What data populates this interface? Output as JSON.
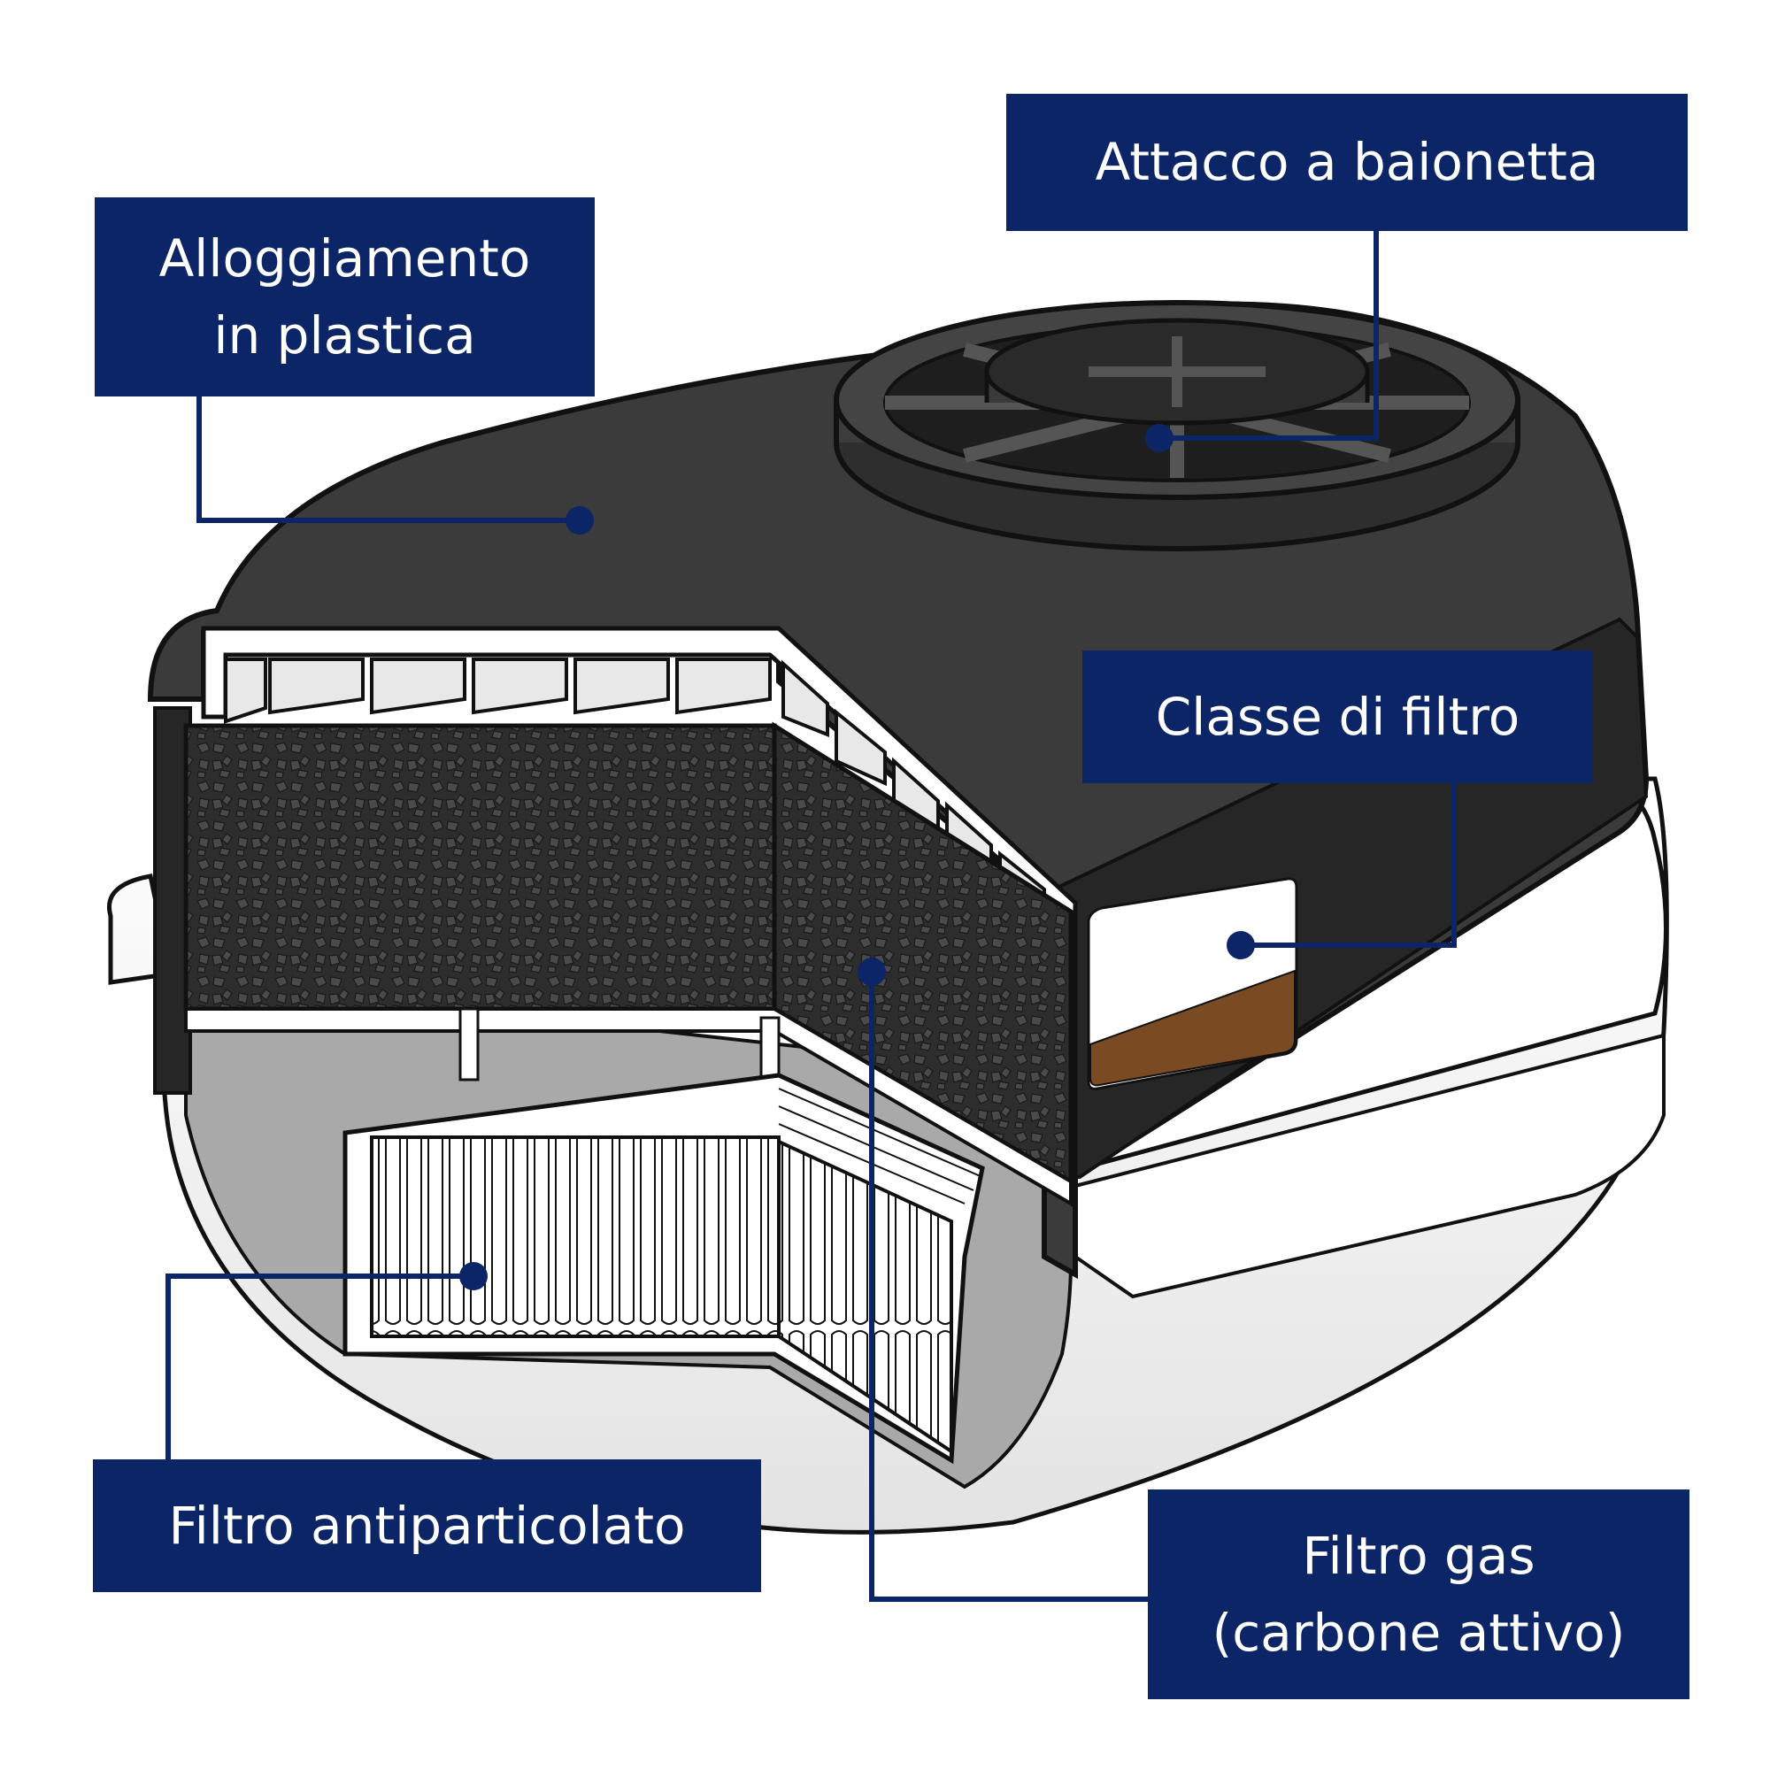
{
  "labels": {
    "housing": {
      "line1": "Alloggiamento",
      "line2": "in plastica"
    },
    "bayonet": {
      "text": "Attacco a baionetta"
    },
    "filter_class": {
      "text": "Classe di filtro"
    },
    "particulate": {
      "text": "Filtro antiparticolato"
    },
    "gas": {
      "line1": "Filtro gas",
      "line2": "(carbone attivo)"
    }
  },
  "colors": {
    "callout_bg": "#0b2566",
    "callout_text": "#ffffff",
    "leader": "#0b2566",
    "housing_dark": "#3a3a3a",
    "carbon": "#2b2b2b",
    "label_brown": "#7a4b22"
  }
}
